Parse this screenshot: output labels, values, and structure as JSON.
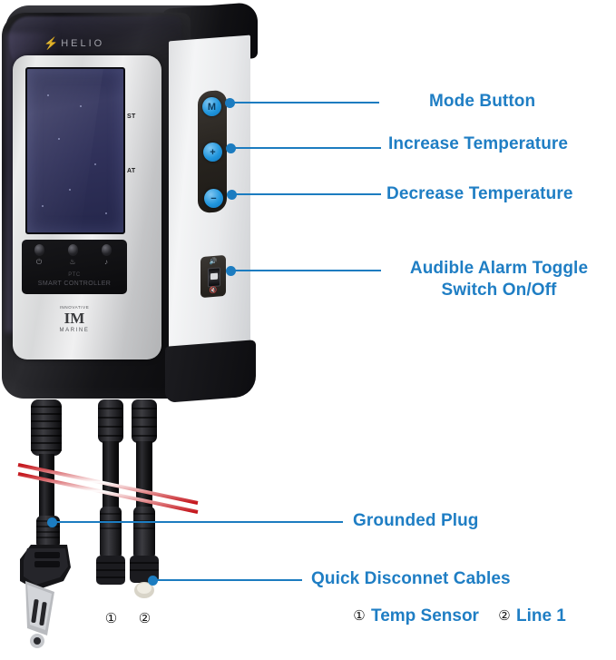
{
  "product": {
    "brand": "HELIO",
    "brand_icon": "lightning-bolt-icon",
    "bezel_labels": {
      "setpoint_mark": "ST",
      "actual_mark": "AT"
    },
    "panel_text": {
      "line1": "PTC",
      "line2": "SMART CONTROLLER"
    },
    "indicator_icons": [
      "power-icon",
      "heat-icon",
      "alarm-icon"
    ],
    "manufacturer_logo": {
      "top": "INNOVATIVE",
      "main": "IM",
      "bottom": "MARINE"
    },
    "buttons": {
      "mode": "M",
      "increase": "+",
      "decrease": "−"
    },
    "toggle": {
      "icon_top": "speaker-on-icon",
      "icon_bottom": "speaker-off-icon"
    }
  },
  "callouts": [
    {
      "id": "mode-button",
      "label": "Mode Button"
    },
    {
      "id": "increase-temperature",
      "label": "Increase Temperature"
    },
    {
      "id": "decrease-temperature",
      "label": "Decrease Temperature"
    },
    {
      "id": "audible-alarm",
      "label_line1": "Audible Alarm Toggle",
      "label_line2": "Switch On/Off"
    },
    {
      "id": "grounded-plug",
      "label": "Grounded Plug"
    },
    {
      "id": "quick-disconnect",
      "label": "Quick Disconnet Cables"
    }
  ],
  "cable_markers": {
    "one": "①",
    "two": "②"
  },
  "legend": [
    {
      "marker": "①",
      "label": "Temp Sensor"
    },
    {
      "marker": "②",
      "label": "Line 1"
    }
  ],
  "colors": {
    "accent_blue": "#1f7ec4",
    "leader_blue": "#1c7cc0",
    "brand_red": "#c01d28",
    "marker_black": "#151515"
  }
}
